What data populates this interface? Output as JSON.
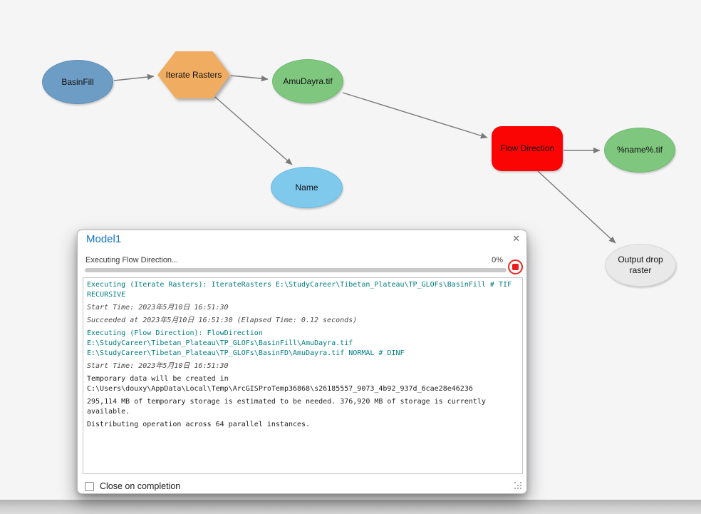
{
  "canvas": {
    "nodes": {
      "basinfill": {
        "label": "BasinFill",
        "shape": "ellipse",
        "color": "#6d9dc4"
      },
      "iterate_rasters": {
        "label": "Iterate Rasters",
        "shape": "hexagon",
        "color": "#f0ad61"
      },
      "amudayra": {
        "label": "AmuDayra.tif",
        "shape": "ellipse",
        "color": "#7fc77f"
      },
      "name": {
        "label": "Name",
        "shape": "ellipse",
        "color": "#7fc9ec"
      },
      "flow_direction": {
        "label": "Flow Direction",
        "shape": "rounded-rectangle",
        "color": "#fb0404"
      },
      "name_tif": {
        "label": "%name%.tif",
        "shape": "ellipse",
        "color": "#7fc77f"
      },
      "output_drop": {
        "label": "Output drop raster",
        "shape": "ellipse",
        "color": "#e9e9ea"
      }
    },
    "edge_color": "#7a7a7a"
  },
  "dialog": {
    "title": "Model1",
    "close_icon": "✕",
    "status_text": "Executing Flow Direction...",
    "progress_percent": "0%",
    "progress_value": 0,
    "stop_icon": "red-stop-square",
    "log": [
      {
        "style": "tool",
        "text": "Executing (Iterate Rasters): IterateRasters E:\\StudyCareer\\Tibetan_Plateau\\TP_GLOFs\\BasinFill # TIF\nRECURSIVE"
      },
      {
        "style": "time",
        "text": "Start Time: 2023年5月10日 16:51:30"
      },
      {
        "style": "time",
        "text": "Succeeded at 2023年5月10日 16:51:30 (Elapsed Time: 0.12 seconds)"
      },
      {
        "style": "tool",
        "text": "Executing (Flow Direction): FlowDirection\nE:\\StudyCareer\\Tibetan_Plateau\\TP_GLOFs\\BasinFill\\AmuDayra.tif\nE:\\StudyCareer\\Tibetan_Plateau\\TP_GLOFs\\BasinFD\\AmuDayra.tif NORMAL # DINF"
      },
      {
        "style": "time",
        "text": "Start Time: 2023年5月10日 16:51:30"
      },
      {
        "style": "info",
        "text": "Temporary data will be created in\nC:\\Users\\douxy\\AppData\\Local\\Temp\\ArcGISProTemp36868\\s26185557_9073_4b92_937d_6cae28e46236"
      },
      {
        "style": "info",
        "text": "295,114 MB of temporary storage is estimated to be needed. 376,920 MB of storage is currently\navailable."
      },
      {
        "style": "info",
        "text": "Distributing operation across 64 parallel instances."
      }
    ],
    "checkbox_label": "Close on completion",
    "checkbox_checked": false
  }
}
